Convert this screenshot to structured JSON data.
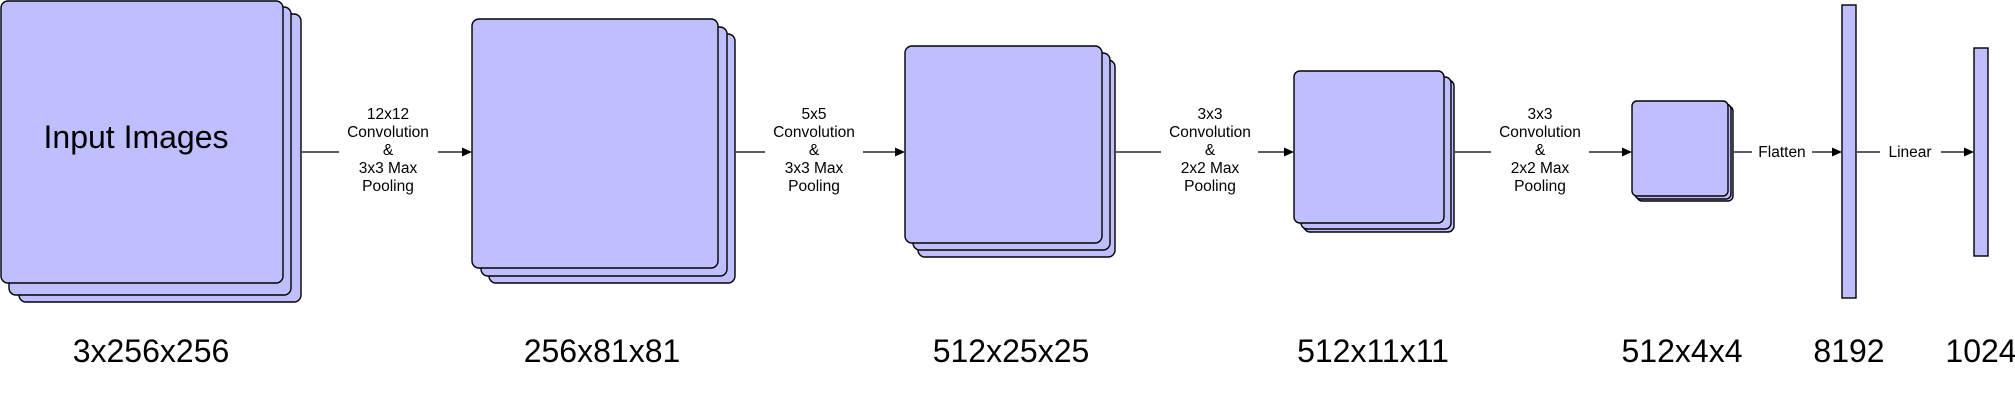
{
  "input_label": "Input Images",
  "layers": [
    {
      "dim": "3x256x256"
    },
    {
      "dim": "256x81x81"
    },
    {
      "dim": "512x25x25"
    },
    {
      "dim": "512x11x11"
    },
    {
      "dim": "512x4x4"
    },
    {
      "dim": "8192"
    },
    {
      "dim": "1024"
    }
  ],
  "operations": [
    {
      "lines": [
        "12x12",
        "Convolution",
        "&",
        "3x3 Max",
        "Pooling"
      ]
    },
    {
      "lines": [
        "5x5",
        "Convolution",
        "&",
        "3x3 Max",
        "Pooling"
      ]
    },
    {
      "lines": [
        "3x3",
        "Convolution",
        "&",
        "2x2 Max",
        "Pooling"
      ]
    },
    {
      "lines": [
        "3x3",
        "Convolution",
        "&",
        "2x2 Max",
        "Pooling"
      ]
    },
    {
      "lines": [
        "Flatten"
      ]
    },
    {
      "lines": [
        "Linear"
      ]
    }
  ],
  "colors": {
    "layer_fill": "#bfbfff",
    "stroke": "#000000",
    "background": "#ffffff"
  }
}
